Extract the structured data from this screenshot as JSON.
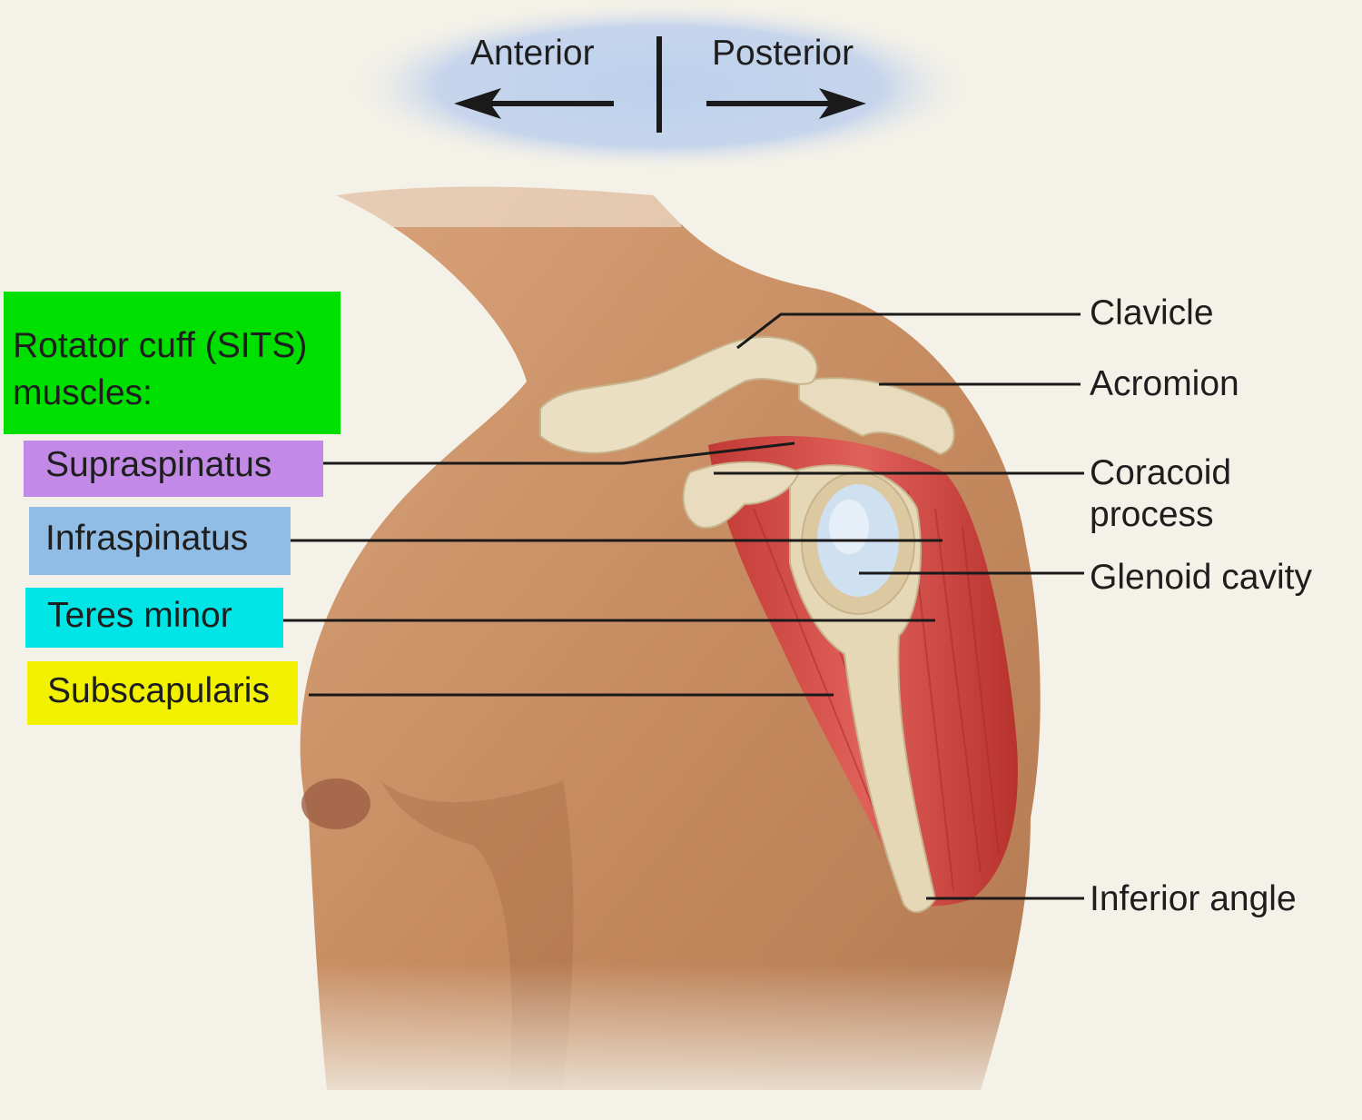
{
  "direction": {
    "anterior": "Anterior",
    "posterior": "Posterior"
  },
  "callout": {
    "title": "Rotator cuff (SITS) muscles:",
    "color": "#00e000"
  },
  "muscles": [
    {
      "label": "Supraspinatus",
      "color": "#c28ae6"
    },
    {
      "label": "Infraspinatus",
      "color": "#8fbde6"
    },
    {
      "label": "Teres minor",
      "color": "#00e5e5"
    },
    {
      "label": "Subscapularis",
      "color": "#f2f200"
    }
  ],
  "structures": {
    "clavicle": "Clavicle",
    "acromion": "Acromion",
    "coracoid_line1": "Coracoid",
    "coracoid_line2": "process",
    "glenoid": "Glenoid cavity",
    "inferior_angle": "Inferior angle"
  },
  "colors": {
    "skin": "#c98c62",
    "bone": "#e9dcbe",
    "muscle": "#d64a44",
    "glenoid": "#cfe0f0",
    "compass_glow": "#bcd0ec"
  }
}
